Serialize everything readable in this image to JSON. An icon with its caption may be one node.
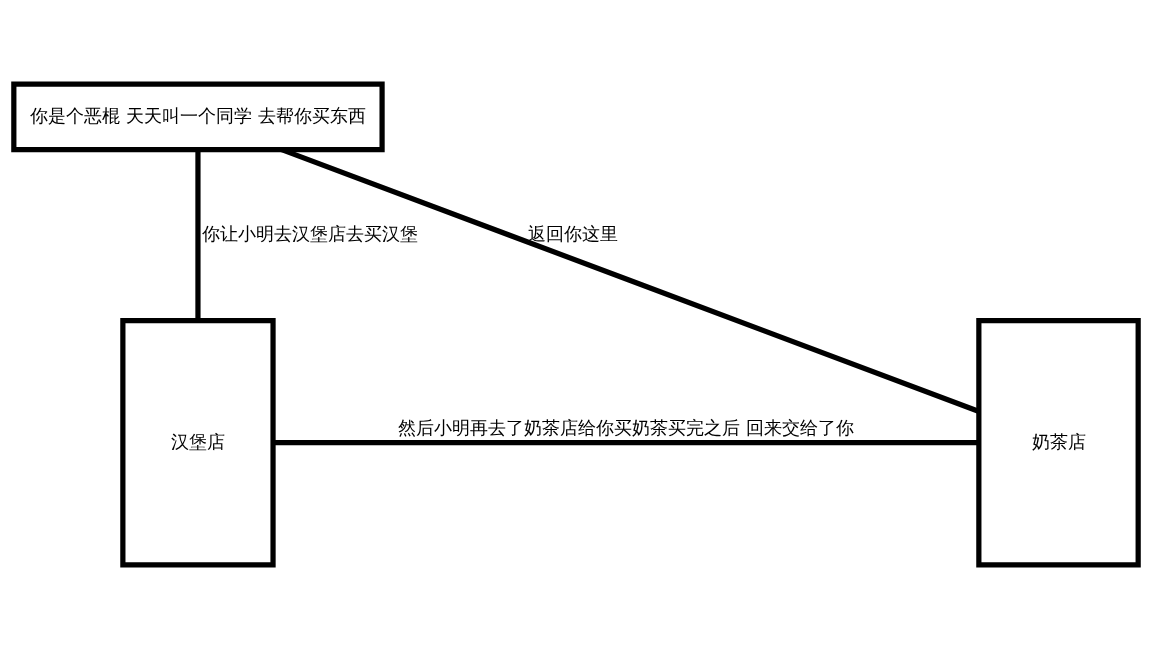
{
  "diagram": {
    "nodes": [
      {
        "text": [
          "你是个恶棍 天天叫一个同学 去帮你买东西"
        ]
      },
      {
        "text": [
          "奶茶店"
        ]
      },
      {
        "text": [
          "汉堡店"
        ]
      }
    ],
    "edges": [
      {
        "from": 0,
        "to": 2,
        "arrow": "none",
        "label": "你让小明去汉堡店去买汉堡"
      },
      {
        "from": 2,
        "to": 1,
        "arrow": "none",
        "label": "然后小明再去了奶茶店给你买奶茶买完之后 回来交给了你"
      },
      {
        "from": 1,
        "to": 0,
        "arrow": "none",
        "label": "返回你这里"
      }
    ]
  }
}
